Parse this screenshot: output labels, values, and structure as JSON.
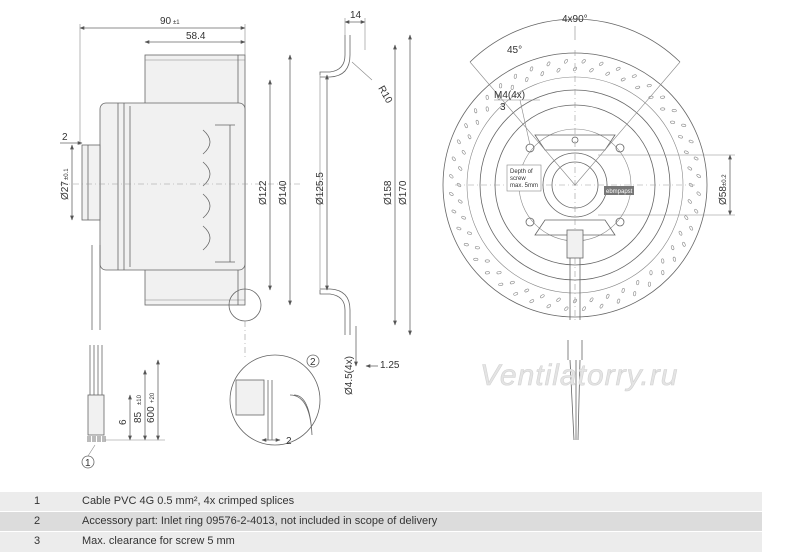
{
  "dimensions": {
    "len_90": "90",
    "len_90_tol": "±1",
    "len_58_4": "58.4",
    "wall_14": "14",
    "gap_2": "2",
    "dia_27": "Ø27",
    "dia_27_tol": "±0.1",
    "dia_122": "Ø122",
    "dia_140": "Ø140",
    "dia_125_5": "Ø125.5",
    "dia_158": "Ø158",
    "dia_170": "Ø170",
    "radius_10": "R10",
    "hole_4_5": "Ø4.5(4x)",
    "thick_1_25": "1.25",
    "angle_4x90": "4x90°",
    "angle_45": "45°",
    "thread_m4": "M4(4x)",
    "dia_58": "Ø58",
    "dia_58_tol": "±0.2",
    "lead_6": "6",
    "lead_85": "85",
    "lead_85_tol": "±10",
    "lead_600": "600",
    "lead_600_tol": "+20",
    "detail_2": "2"
  },
  "labels": {
    "callout_1": "1",
    "callout_2": "2",
    "callout_3": "3",
    "screw_note_1": "Depth of",
    "screw_note_2": "screw",
    "screw_note_3": "max. 5mm",
    "brand": "ebmpapst",
    "watermark": "Ventilatorry.ru"
  },
  "legend": [
    {
      "num": "1",
      "text": "Cable PVC 4G 0.5 mm², 4x crimped splices"
    },
    {
      "num": "2",
      "text": "Accessory part: Inlet ring 09576-2-4013, not included in scope of delivery"
    },
    {
      "num": "3",
      "text": "Max. clearance for screw 5 mm"
    }
  ]
}
